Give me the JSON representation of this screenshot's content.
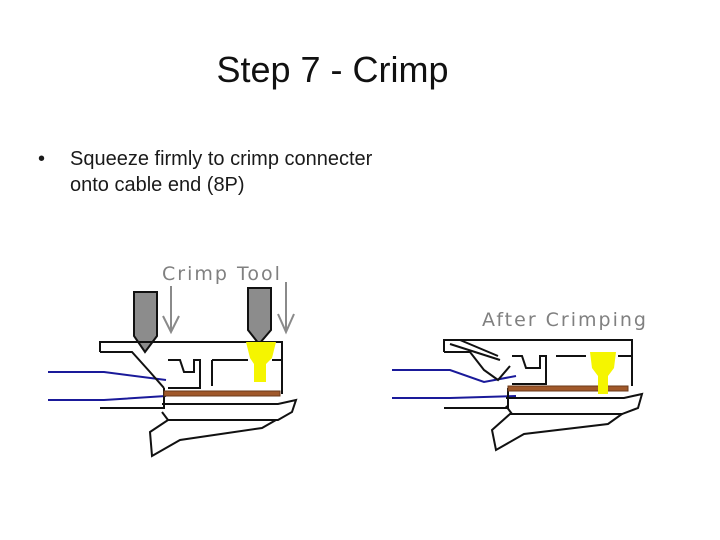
{
  "slide": {
    "title": "Step 7 - Crimp",
    "bullets": [
      {
        "marker": "•",
        "line1": "Squeeze firmly to crimp connecter",
        "line2": "onto cable end (8P)"
      }
    ]
  },
  "diagram": {
    "before_label": "Crimp Tool",
    "after_label": "After Crimping",
    "colors": {
      "wire": "#1a1a9a",
      "outline": "#111111",
      "blade": "#8c8c8c",
      "contact": "#f5f500",
      "conductor": "#a0582a",
      "arrow": "#8a8a8a",
      "label": "#808080"
    }
  }
}
